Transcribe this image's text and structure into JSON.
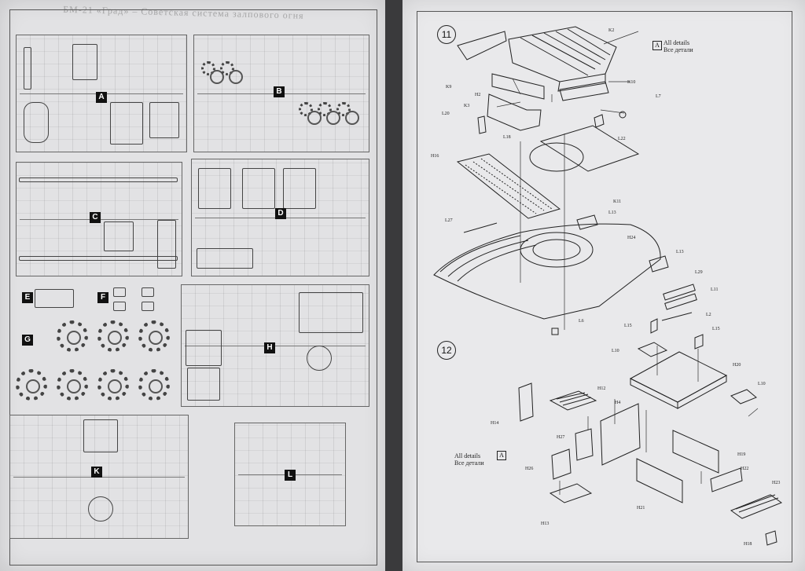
{
  "left_page": {
    "header": "БМ-21 «Град» – Советская система залпового огня",
    "sprues": [
      "A",
      "B",
      "C",
      "D",
      "E",
      "F",
      "G",
      "H",
      "K",
      "L"
    ]
  },
  "right_page": {
    "steps": {
      "step11": "11",
      "step12": "12"
    },
    "all_details_note": {
      "line1": "All details",
      "line2": "Все детали",
      "box": "A"
    },
    "step11_labels": {
      "K2": "K2",
      "K9": "K9",
      "H2": "H2",
      "K3": "K3",
      "L20": "L20",
      "K10": "K10",
      "L7": "L7",
      "L22": "L22",
      "L18": "L18",
      "H16": "H16",
      "K11": "K11",
      "L13a": "L13",
      "L27": "L27",
      "H24": "H24",
      "L13b": "L13",
      "L29": "L29",
      "L11": "L11",
      "L2": "L2",
      "L6": "L6"
    },
    "step12_labels": {
      "L15a": "L15",
      "L15b": "L15",
      "L10a": "L10",
      "H20": "H20",
      "L10b": "L10",
      "H12": "H12",
      "H14": "H14",
      "H4": "H4",
      "H27": "H27",
      "H26": "H26",
      "H19": "H19",
      "H22": "H22",
      "H23": "H23",
      "H21": "H21",
      "H13": "H13",
      "H18": "H18"
    }
  }
}
